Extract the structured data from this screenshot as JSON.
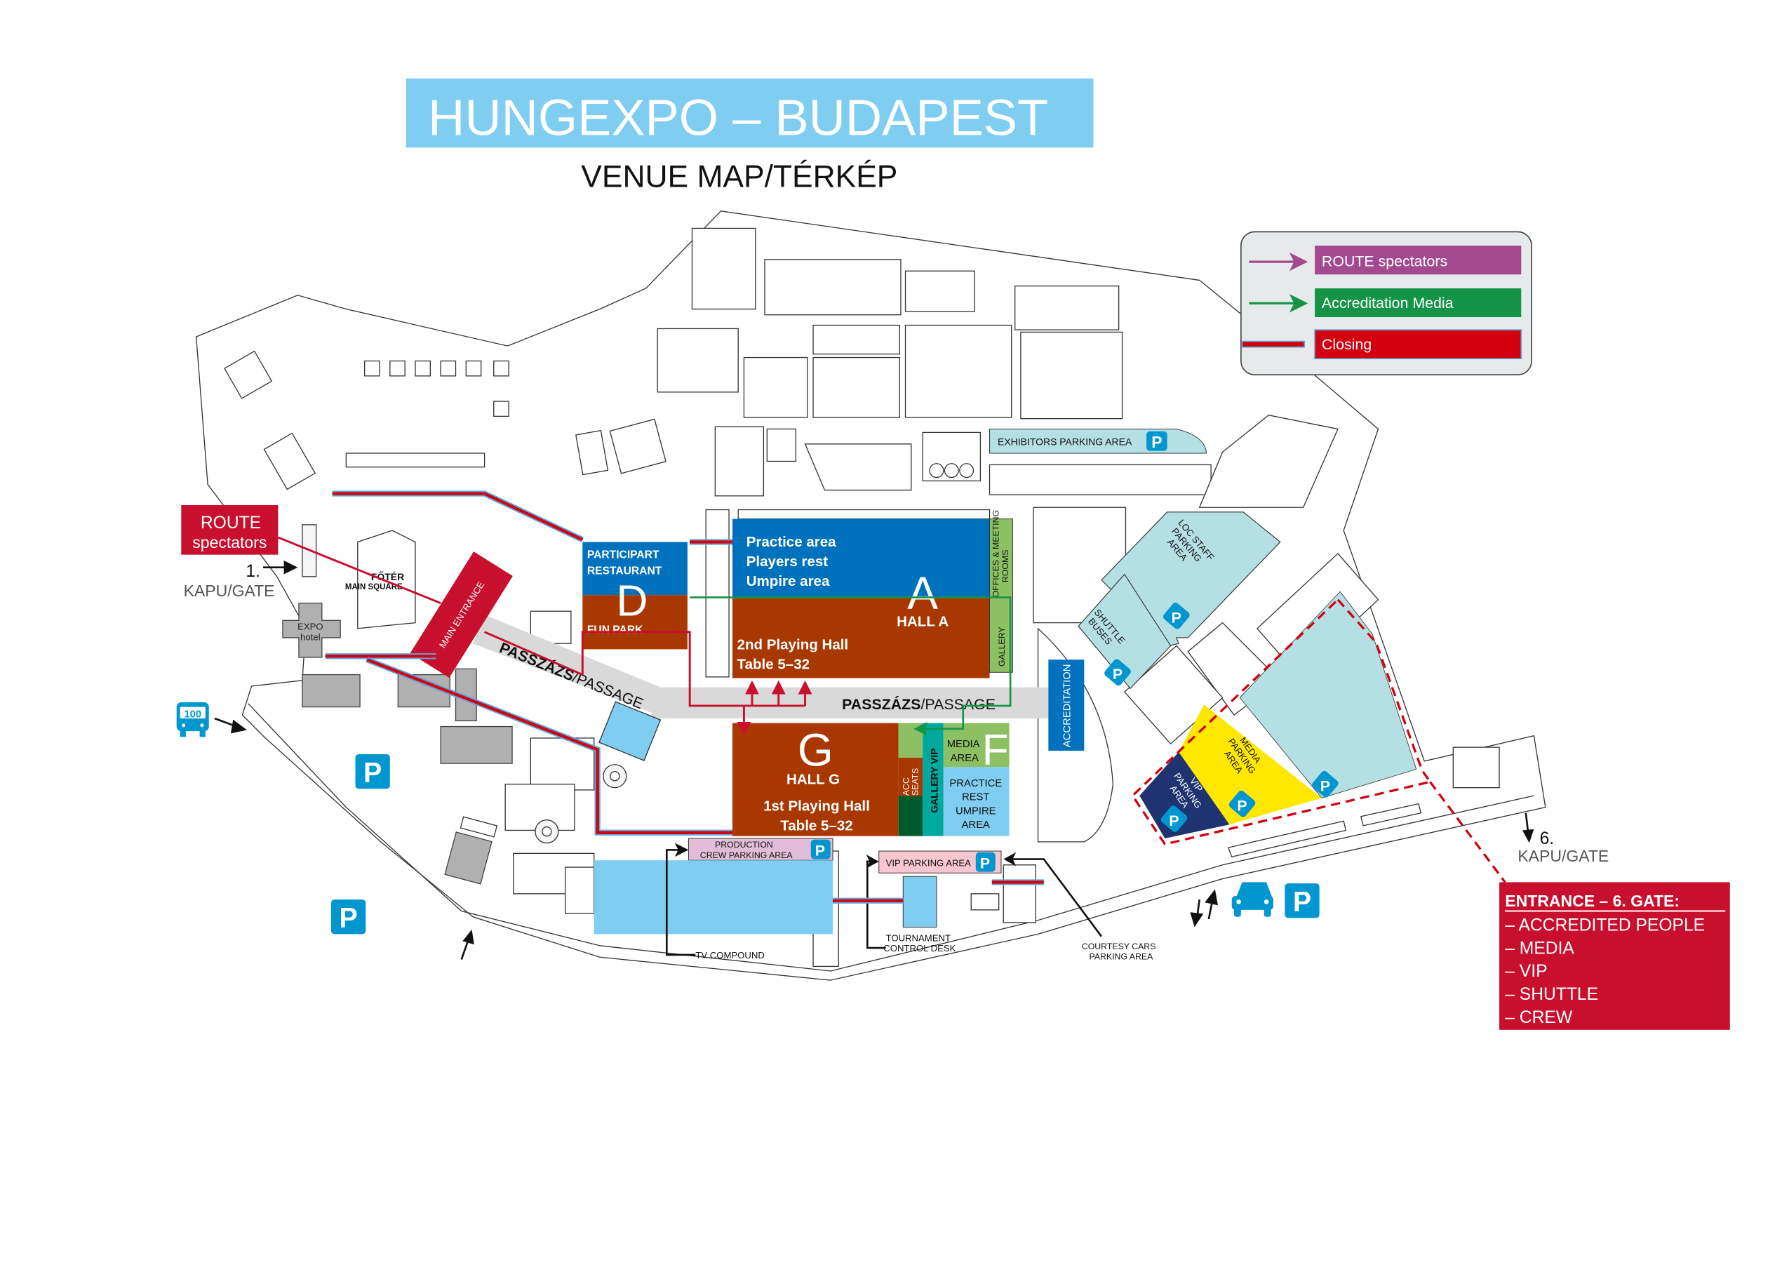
{
  "header": {
    "title": "HUNGEXPO – BUDAPEST",
    "subtitle": "VENUE MAP/TÉRKÉP"
  },
  "colors": {
    "title_bg": "#7fcdf0",
    "hall_brown": "#a83800",
    "hall_blue": "#0071bc",
    "route_red": "#c8102e",
    "closing_red": "#d3000f",
    "green": "#8cc063",
    "teal": "#00a99d",
    "parking_blue": "#0096cf",
    "light_blue": "#b5e0e3",
    "yellow": "#ffe800",
    "navy": "#1f3370"
  },
  "legend": {
    "items": [
      {
        "label": "ROUTE spectators",
        "color": "#a4488f"
      },
      {
        "label": "Accreditation Media",
        "color": "#159447"
      },
      {
        "label": "Closing",
        "color": "#d3000f"
      }
    ]
  },
  "callouts": {
    "route": {
      "line1": "ROUTE",
      "line2": "spectators"
    },
    "gate1": {
      "number": "1.",
      "label": "KAPU/GATE"
    },
    "gate6": {
      "number": "6.",
      "label": "KAPU/GATE"
    }
  },
  "entrance_box": {
    "title": "ENTRANCE – 6. GATE:",
    "items": [
      "– ACCREDITED PEOPLE",
      "– MEDIA",
      "– VIP",
      "– SHUTTLE",
      "– CREW"
    ]
  },
  "halls": {
    "a": {
      "letter": "A",
      "name": "HALL A",
      "top_lines": [
        "Practice area",
        "Players rest",
        "Umpire area"
      ],
      "bottom_lines": [
        "2nd Playing Hall",
        "Table 5–32"
      ]
    },
    "d": {
      "letter": "D",
      "top_lines": [
        "PARTICIPART",
        "RESTAURANT"
      ],
      "bottom": "FUN PARK"
    },
    "g": {
      "letter": "G",
      "name": "HALL G",
      "lines": [
        "1st Playing Hall",
        "Table 5–32"
      ]
    },
    "f": {
      "letter": "F",
      "media": [
        "MEDIA",
        "AREA"
      ],
      "practice": [
        "PRACTICE",
        "REST",
        "UMPIRE",
        "AREA"
      ],
      "gallery_vip": "GALLERY VIP",
      "acc_seats": [
        "ACC",
        "SEATS"
      ]
    },
    "offices": [
      "OFFICES & MEETING",
      "ROOMS"
    ],
    "gallery": "GALLERY"
  },
  "places": {
    "passage_bold": "PASSZÁZS",
    "passage_rest": "/PASSAGE",
    "main_entrance": "MAIN ENTRANCE",
    "main_square": [
      "FŐTÉR",
      "MAIN SQUARE"
    ],
    "expo_hotel": [
      "EXPO",
      "hotel"
    ],
    "accreditation": "ACCREDITATION",
    "exhibitors_parking": "EXHIBITORS PARKING AREA",
    "loc_staff": [
      "LOC STAFF",
      "PARKING",
      "AREA"
    ],
    "shuttle": [
      "SHUTTLE",
      "BUSES"
    ],
    "media_parking": [
      "MEDIA",
      "PARKING",
      "AREA"
    ],
    "vip_parking_zone": [
      "VIP",
      "PARKING",
      "AREA"
    ],
    "production": [
      "PRODUCTION",
      "CREW PARKING AREA"
    ],
    "vip_parking": "VIP PARKING AREA",
    "tv_compound": "TV COMPOUND",
    "control_desk": [
      "TOURNAMENT",
      "CONTROL DESK"
    ],
    "courtesy": [
      "COURTESY CARS",
      "PARKING AREA"
    ]
  },
  "icons": {
    "parking": "P",
    "bus_number": "100"
  }
}
